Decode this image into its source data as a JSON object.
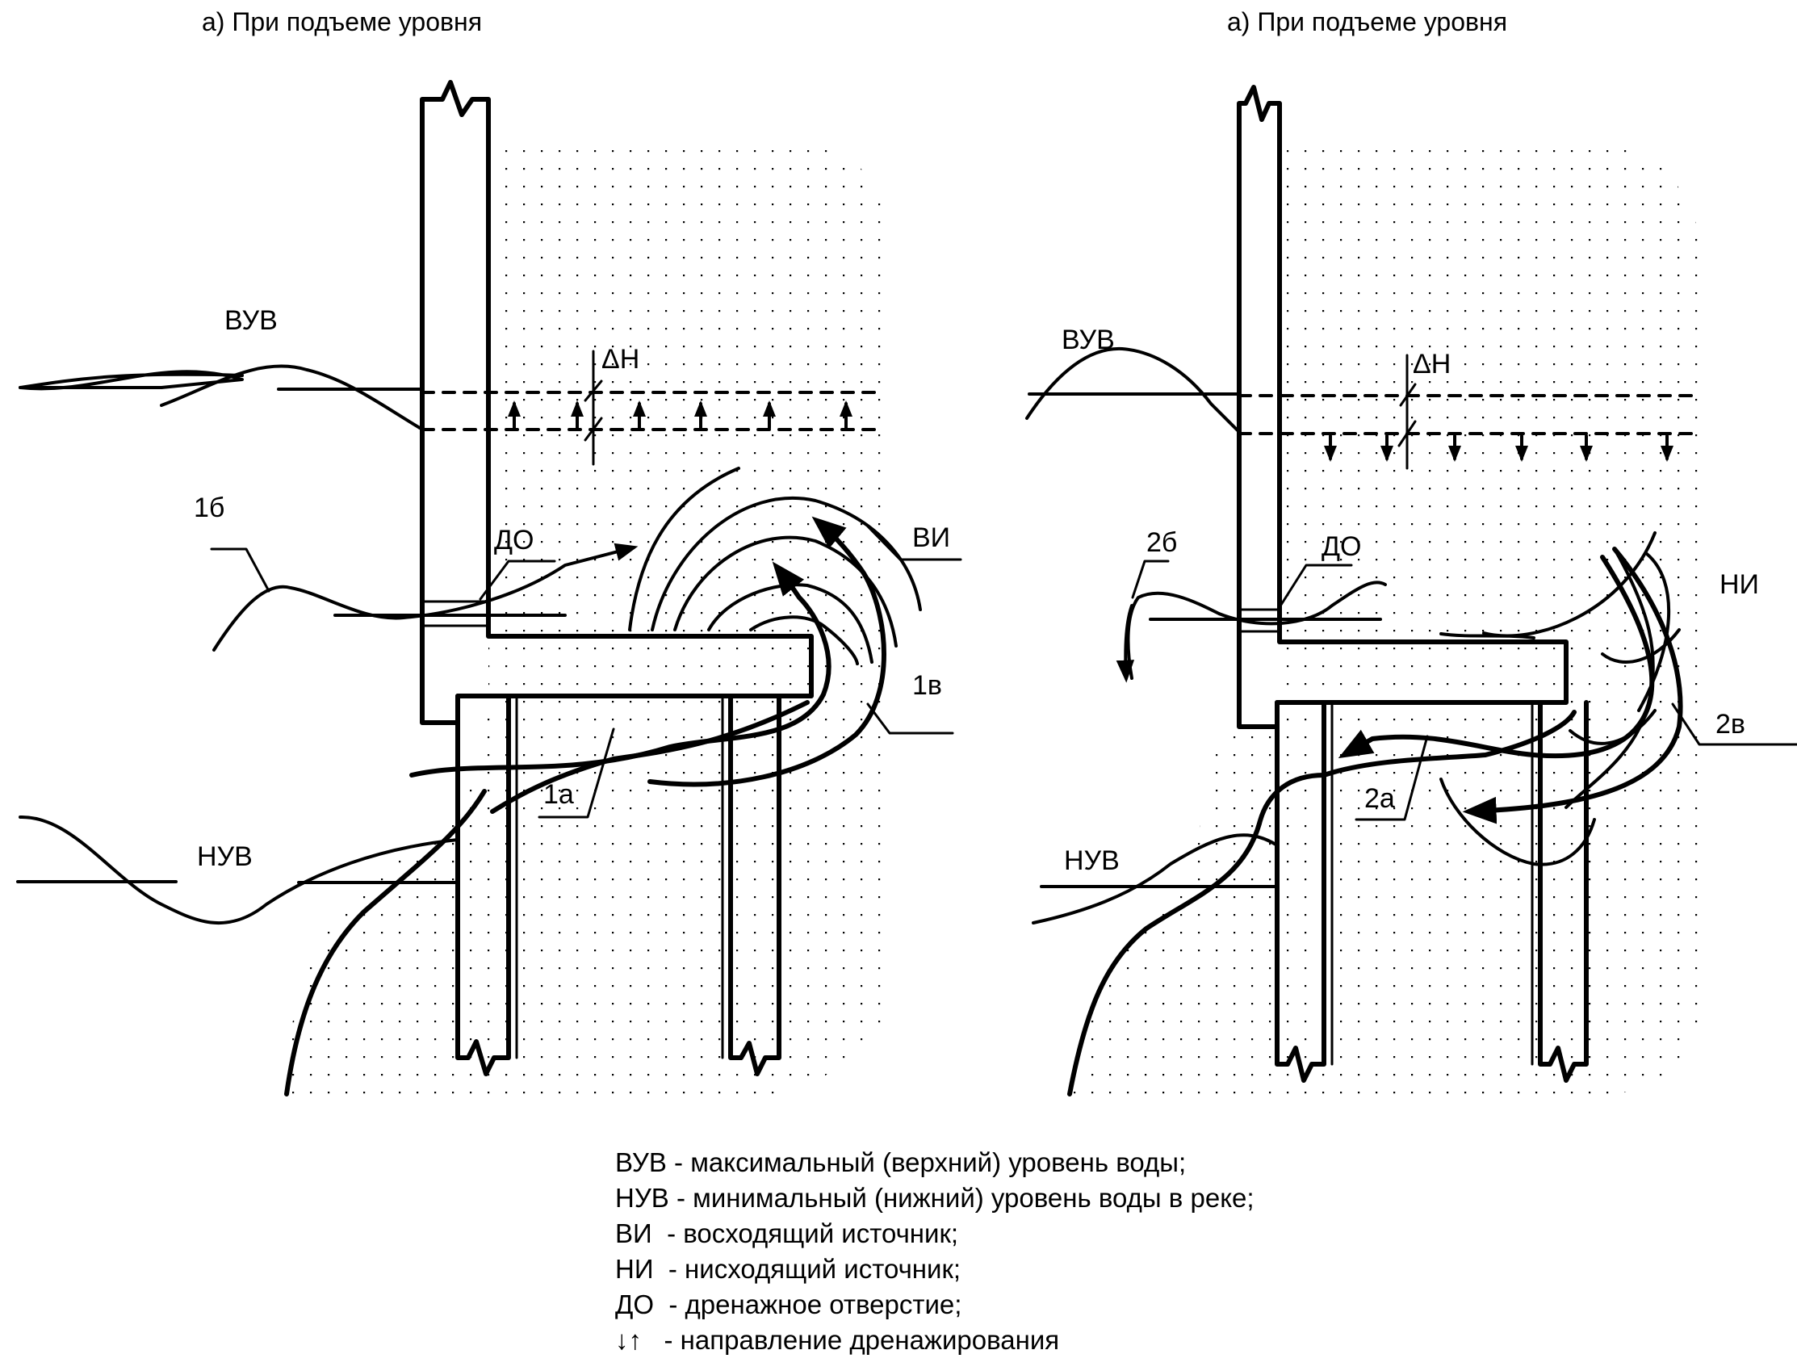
{
  "panels": [
    {
      "title": "а) При подъеме уровня",
      "labels": {
        "upper_level": "ВУВ",
        "lower_level": "НУВ",
        "delta_h": "ΔН",
        "drain_hole": "ДО",
        "spring": "ВИ",
        "curve_a": "1а",
        "curve_b": "1б",
        "curve_c": "1в"
      },
      "drain_direction": "up"
    },
    {
      "title": "а) При подъеме уровня",
      "labels": {
        "upper_level": "ВУВ",
        "lower_level": "НУВ",
        "delta_h": "ΔН",
        "drain_hole": "ДО",
        "spring": "НИ",
        "curve_a": "2а",
        "curve_b": "2б",
        "curve_c": "2в"
      },
      "drain_direction": "down"
    }
  ],
  "legend": [
    {
      "abbr": "ВУВ",
      "text": " - максимальный (верхний) уровень воды;"
    },
    {
      "abbr": "НУВ",
      "text": " - минимальный (нижний) уровень воды в реке;"
    },
    {
      "abbr": "ВИ",
      "text": "  - восходящий источник;"
    },
    {
      "abbr": "НИ",
      "text": "  - нисходящий источник;"
    },
    {
      "abbr": "ДО",
      "text": "  - дренажное отверстие;"
    },
    {
      "abbr": "↓↑",
      "text": "   - направление дренажирования"
    }
  ]
}
